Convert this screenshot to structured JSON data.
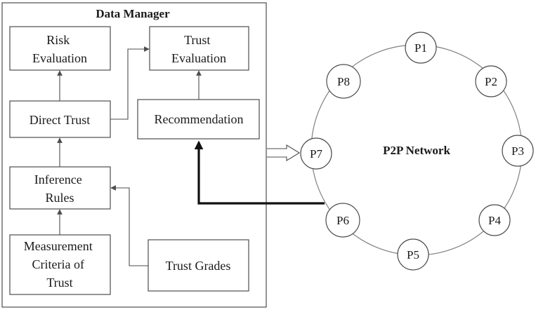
{
  "data_manager": {
    "title": "Data Manager",
    "risk_evaluation": [
      "Risk",
      "Evaluation"
    ],
    "trust_evaluation": [
      "Trust",
      "Evaluation"
    ],
    "direct_trust": "Direct Trust",
    "recommendation": "Recommendation",
    "inference_rules": [
      "Inference",
      "Rules"
    ],
    "measurement_criteria": [
      "Measurement",
      "Criteria of",
      "Trust"
    ],
    "trust_grades": "Trust Grades"
  },
  "p2p_network": {
    "label": "P2P Network",
    "peers": [
      "P1",
      "P2",
      "P3",
      "P4",
      "P5",
      "P6",
      "P7",
      "P8"
    ]
  },
  "colors": {
    "stroke": "#4d4d4d",
    "bold_arrow": "#111111",
    "ring": "#808080"
  }
}
